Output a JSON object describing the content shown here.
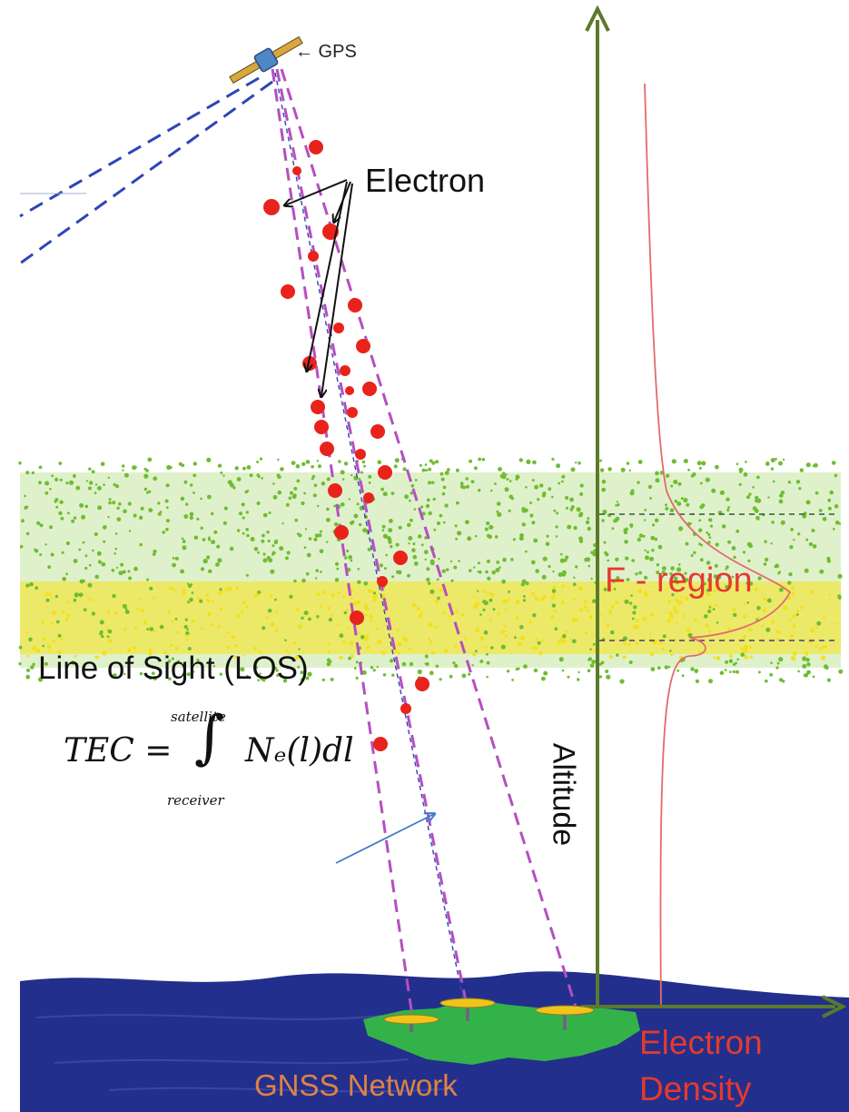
{
  "labels": {
    "gps": "← GPS",
    "electron": "Electron",
    "f_region": "F - region",
    "altitude": "Altitude",
    "line_of_sight": "Line of Sight (LOS)",
    "gnss_network": "GNSS Network",
    "electron_density_line1": "Electron",
    "electron_density_line2": "Density"
  },
  "formula": {
    "lhs": "TEC =",
    "integral": "∫",
    "upper_limit": "satellite",
    "lower_limit": "receiver",
    "integrand": "Nₑ(l)dl"
  },
  "colors": {
    "axis": "#5b7a2a",
    "electron": "#e8231b",
    "los_dash": "#b54fc0",
    "signal_dash": "#2e45b8",
    "ionosphere_green": "#7cc23a",
    "ionosphere_yellow": "#f5e21a",
    "ground": "#232f8c",
    "land": "#34b24a",
    "profile_curve": "#e26b6b",
    "label_red": "#e53a2d",
    "label_orange": "#f08a3c"
  },
  "icons": [
    "satellite-icon",
    "receiver-antenna-icon"
  ]
}
